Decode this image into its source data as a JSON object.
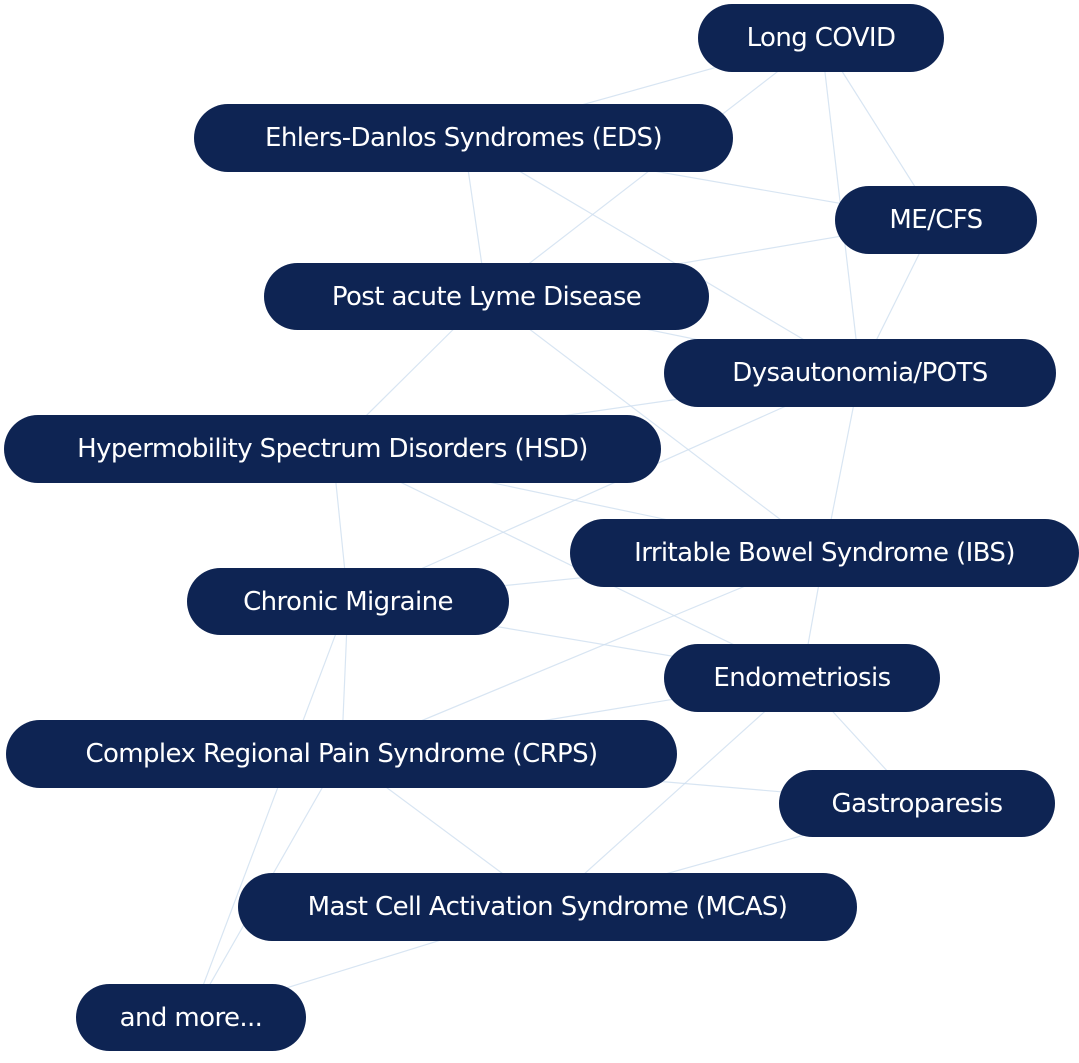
{
  "colors": {
    "pill_background": "#0e2453",
    "pill_text": "#ffffff",
    "connector": "#cfdff0",
    "background": "#ffffff"
  },
  "nodes": {
    "long_covid": "Long COVID",
    "eds": "Ehlers-Danlos Syndromes (EDS)",
    "mecfs": "ME/CFS",
    "lyme": "Post acute Lyme Disease",
    "pots": "Dysautonomia/POTS",
    "hsd": "Hypermobility Spectrum Disorders (HSD)",
    "ibs": "Irritable Bowel Syndrome (IBS)",
    "migraine": "Chronic Migraine",
    "endo": "Endometriosis",
    "crps": "Complex Regional Pain Syndrome (CRPS)",
    "gastro": "Gastroparesis",
    "mcas": "Mast Cell Activation Syndrome (MCAS)",
    "more": "and more..."
  },
  "connections": [
    [
      "long_covid",
      "eds"
    ],
    [
      "long_covid",
      "mecfs"
    ],
    [
      "long_covid",
      "lyme"
    ],
    [
      "long_covid",
      "pots"
    ],
    [
      "eds",
      "mecfs"
    ],
    [
      "eds",
      "lyme"
    ],
    [
      "eds",
      "pots"
    ],
    [
      "mecfs",
      "lyme"
    ],
    [
      "mecfs",
      "pots"
    ],
    [
      "lyme",
      "hsd"
    ],
    [
      "lyme",
      "pots"
    ],
    [
      "lyme",
      "ibs"
    ],
    [
      "pots",
      "hsd"
    ],
    [
      "pots",
      "ibs"
    ],
    [
      "pots",
      "migraine"
    ],
    [
      "hsd",
      "ibs"
    ],
    [
      "hsd",
      "migraine"
    ],
    [
      "hsd",
      "endo"
    ],
    [
      "ibs",
      "migraine"
    ],
    [
      "ibs",
      "endo"
    ],
    [
      "ibs",
      "crps"
    ],
    [
      "migraine",
      "crps"
    ],
    [
      "migraine",
      "endo"
    ],
    [
      "endo",
      "crps"
    ],
    [
      "endo",
      "gastro"
    ],
    [
      "endo",
      "mcas"
    ],
    [
      "crps",
      "gastro"
    ],
    [
      "crps",
      "mcas"
    ],
    [
      "crps",
      "more"
    ],
    [
      "gastro",
      "mcas"
    ],
    [
      "mcas",
      "more"
    ],
    [
      "migraine",
      "more"
    ]
  ]
}
